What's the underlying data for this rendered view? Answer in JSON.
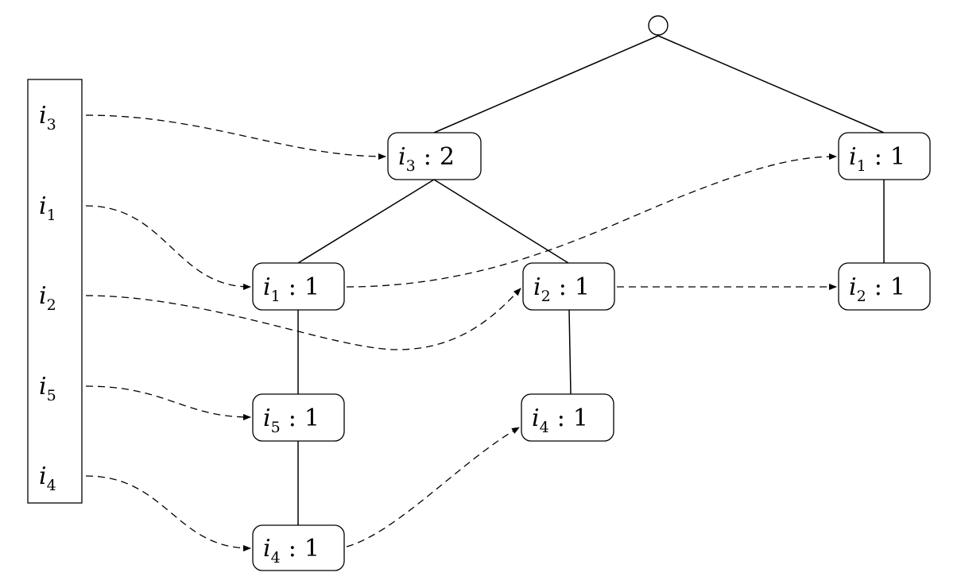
{
  "header_table": {
    "items": [
      {
        "var": "i",
        "sub": "3"
      },
      {
        "var": "i",
        "sub": "1"
      },
      {
        "var": "i",
        "sub": "2"
      },
      {
        "var": "i",
        "sub": "5"
      },
      {
        "var": "i",
        "sub": "4"
      }
    ]
  },
  "tree": {
    "separator": ":",
    "nodes": [
      {
        "id": "i3-2",
        "var": "i",
        "sub": "3",
        "count": "2"
      },
      {
        "id": "i1-1-right",
        "var": "i",
        "sub": "1",
        "count": "1"
      },
      {
        "id": "i1-1-left",
        "var": "i",
        "sub": "1",
        "count": "1"
      },
      {
        "id": "i2-1-mid",
        "var": "i",
        "sub": "2",
        "count": "1"
      },
      {
        "id": "i2-1-right",
        "var": "i",
        "sub": "2",
        "count": "1"
      },
      {
        "id": "i5-1",
        "var": "i",
        "sub": "5",
        "count": "1"
      },
      {
        "id": "i4-1-mid",
        "var": "i",
        "sub": "4",
        "count": "1"
      },
      {
        "id": "i4-1-bottom",
        "var": "i",
        "sub": "4",
        "count": "1"
      }
    ]
  }
}
